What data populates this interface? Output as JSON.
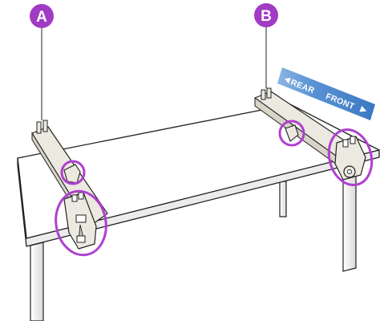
{
  "figure": {
    "badges": {
      "a": "A",
      "b": "B"
    },
    "direction_banner": {
      "rear": "REAR",
      "front": "FRONT"
    },
    "colors": {
      "highlight": "#b03fd0",
      "badge_fill": "#a13bc4",
      "banner_fill": "#5a93d4",
      "part_fill": "#ece9e0",
      "table_fill": "#ffffff",
      "outline": "#222222"
    }
  }
}
